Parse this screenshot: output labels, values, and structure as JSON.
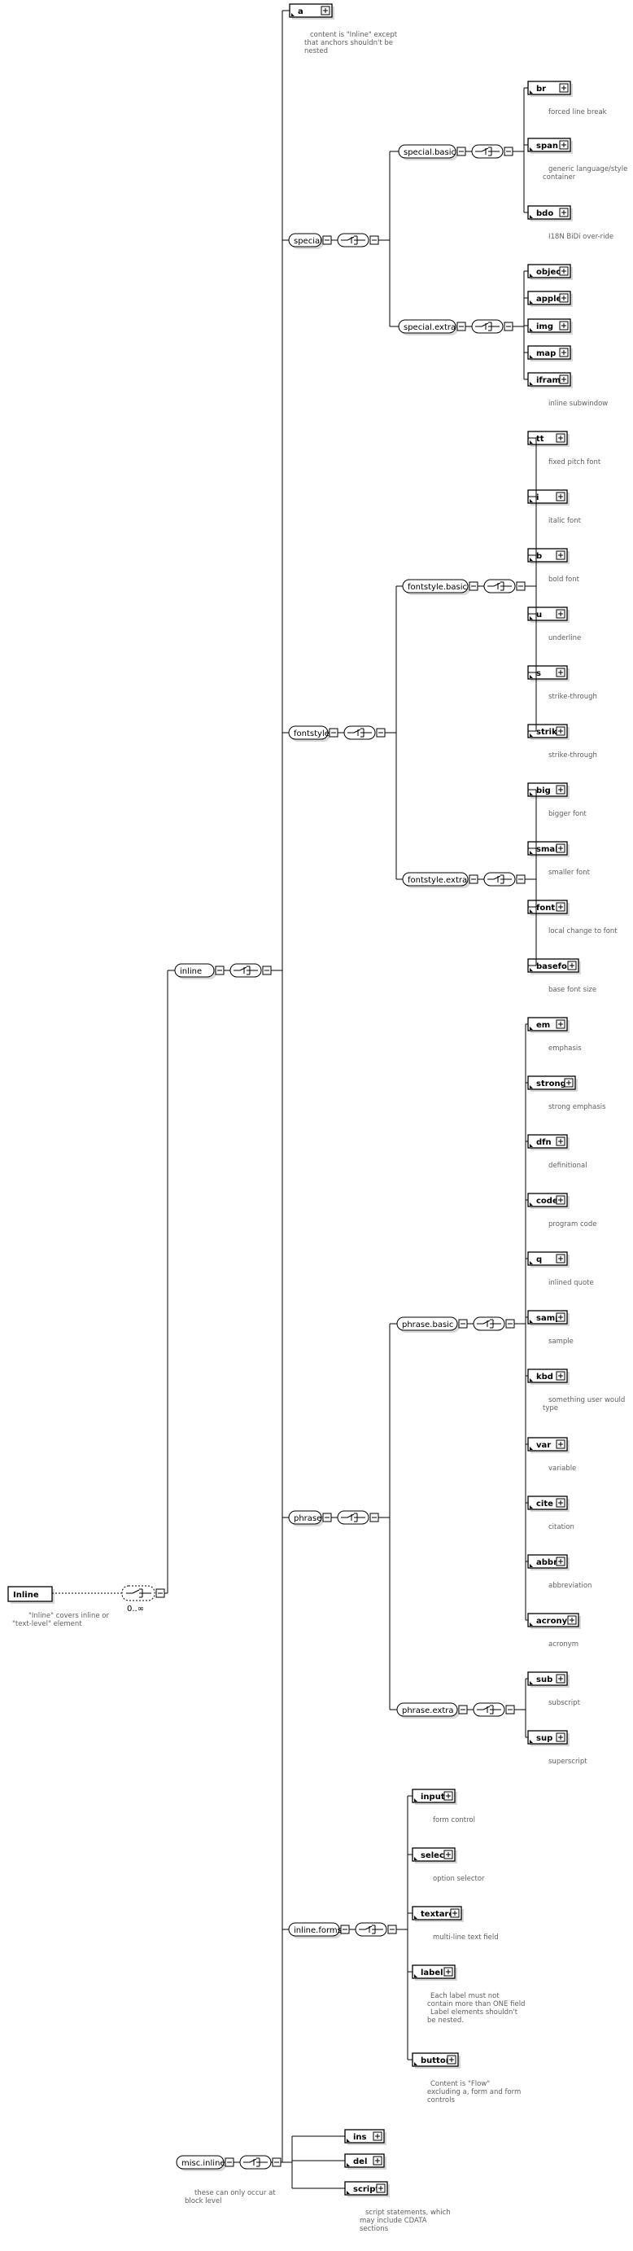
{
  "diagram": {
    "root": {
      "name": "Inline",
      "doc": [
        "\"Inline\" covers inline or",
        "\"text-level\" element"
      ],
      "occurrence": "0..∞"
    },
    "groups": [
      {
        "id": "inline",
        "label": "inline"
      },
      {
        "id": "special",
        "label": "special"
      },
      {
        "id": "special-basic",
        "label": "special.basic"
      },
      {
        "id": "special-extra",
        "label": "special.extra"
      },
      {
        "id": "fontstyle",
        "label": "fontstyle"
      },
      {
        "id": "fontstyle-basic",
        "label": "fontstyle.basic"
      },
      {
        "id": "fontstyle-extra",
        "label": "fontstyle.extra"
      },
      {
        "id": "phrase",
        "label": "phrase"
      },
      {
        "id": "phrase-basic",
        "label": "phrase.basic"
      },
      {
        "id": "phrase-extra",
        "label": "phrase.extra"
      },
      {
        "id": "inline-forms",
        "label": "inline.forms"
      },
      {
        "id": "misc-inline",
        "label": "misc.inline",
        "doc": [
          "these can only occur at",
          "block level"
        ]
      }
    ],
    "elements": [
      {
        "name": "a",
        "doc": [
          "content is \"Inline\" except",
          "that anchors shouldn't be",
          "nested"
        ]
      },
      {
        "name": "br",
        "doc": [
          "forced line break"
        ]
      },
      {
        "name": "span",
        "doc": [
          "generic language/style",
          "container"
        ]
      },
      {
        "name": "bdo",
        "doc": [
          "I18N BiDi over-ride"
        ]
      },
      {
        "name": "object",
        "doc": []
      },
      {
        "name": "applet",
        "doc": []
      },
      {
        "name": "img",
        "doc": []
      },
      {
        "name": "map",
        "doc": []
      },
      {
        "name": "iframe",
        "doc": [
          "inline subwindow"
        ]
      },
      {
        "name": "tt",
        "doc": [
          "fixed pitch font"
        ]
      },
      {
        "name": "i",
        "doc": [
          "italic font"
        ]
      },
      {
        "name": "b",
        "doc": [
          "bold font"
        ]
      },
      {
        "name": "u",
        "doc": [
          "underline"
        ]
      },
      {
        "name": "s",
        "doc": [
          "strike-through"
        ]
      },
      {
        "name": "strike",
        "doc": [
          "strike-through"
        ]
      },
      {
        "name": "big",
        "doc": [
          "bigger font"
        ]
      },
      {
        "name": "small",
        "doc": [
          "smaller font"
        ]
      },
      {
        "name": "font",
        "doc": [
          "local change to font"
        ]
      },
      {
        "name": "basefont",
        "doc": [
          "base font size"
        ]
      },
      {
        "name": "em",
        "doc": [
          "emphasis"
        ]
      },
      {
        "name": "strong",
        "doc": [
          "strong emphasis"
        ]
      },
      {
        "name": "dfn",
        "doc": [
          "definitional"
        ]
      },
      {
        "name": "code",
        "doc": [
          "program code"
        ]
      },
      {
        "name": "q",
        "doc": [
          "inlined quote"
        ]
      },
      {
        "name": "samp",
        "doc": [
          "sample"
        ]
      },
      {
        "name": "kbd",
        "doc": [
          "something user would",
          "type"
        ]
      },
      {
        "name": "var",
        "doc": [
          "variable"
        ]
      },
      {
        "name": "cite",
        "doc": [
          "citation"
        ]
      },
      {
        "name": "abbr",
        "doc": [
          "abbreviation"
        ]
      },
      {
        "name": "acronym",
        "doc": [
          "acronym"
        ]
      },
      {
        "name": "sub",
        "doc": [
          "subscript"
        ]
      },
      {
        "name": "sup",
        "doc": [
          "superscript"
        ]
      },
      {
        "name": "input",
        "doc": [
          "form control"
        ]
      },
      {
        "name": "select",
        "doc": [
          "option selector"
        ]
      },
      {
        "name": "textarea",
        "doc": [
          "multi-line text field"
        ]
      },
      {
        "name": "label",
        "doc": [
          "Each label must not",
          "contain more than ONE field",
          "Label elements shouldn't",
          "be nested."
        ]
      },
      {
        "name": "button",
        "doc": [
          "Content is \"Flow\"",
          "excluding a, form and form",
          "controls"
        ]
      },
      {
        "name": "ins",
        "doc": []
      },
      {
        "name": "del",
        "doc": []
      },
      {
        "name": "script",
        "doc": [
          "script statements, which",
          "may include CDATA",
          "sections"
        ]
      }
    ]
  }
}
